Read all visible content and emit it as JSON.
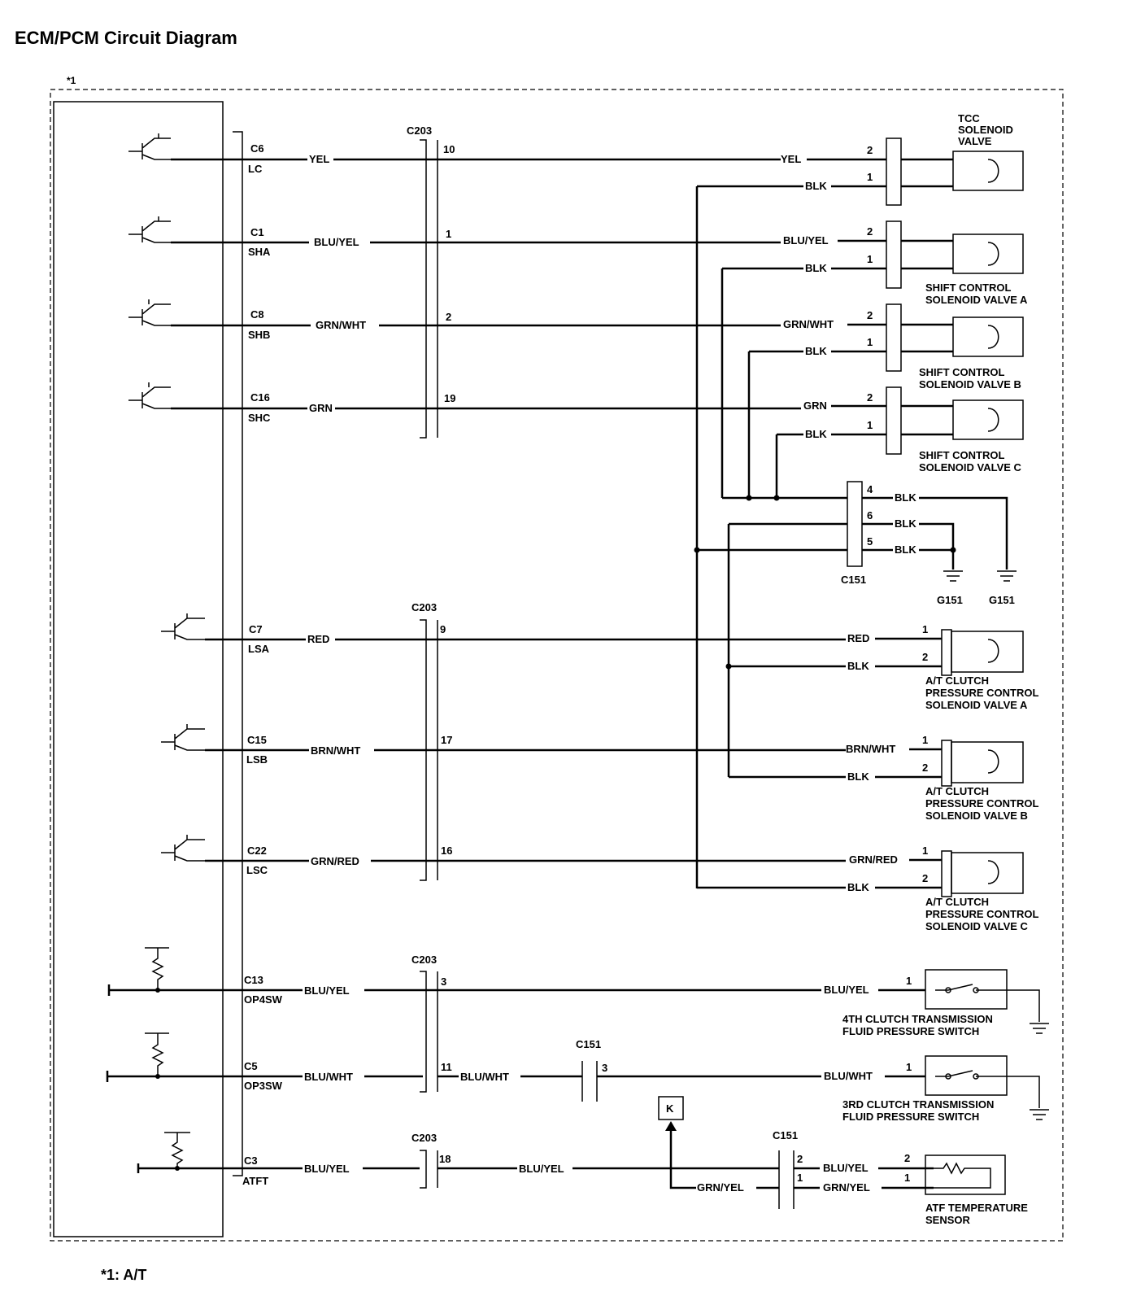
{
  "title": "ECM/PCM Circuit Diagram",
  "note_marker": "*1",
  "footnote": "*1: A/T",
  "connectors": {
    "c203": "C203",
    "c151": "C151",
    "g151": "G151",
    "k": "K"
  },
  "circuits": [
    {
      "pin": "C6",
      "sig": "LC",
      "wire": "YEL",
      "c203_pin": "10",
      "far_wire": "YEL",
      "gnd_wire": "BLK",
      "p_sig": "2",
      "p_gnd": "1"
    },
    {
      "pin": "C1",
      "sig": "SHA",
      "wire": "BLU/YEL",
      "c203_pin": "1",
      "far_wire": "BLU/YEL",
      "gnd_wire": "BLK",
      "p_sig": "2",
      "p_gnd": "1"
    },
    {
      "pin": "C8",
      "sig": "SHB",
      "wire": "GRN/WHT",
      "c203_pin": "2",
      "far_wire": "GRN/WHT",
      "gnd_wire": "BLK",
      "p_sig": "2",
      "p_gnd": "1"
    },
    {
      "pin": "C16",
      "sig": "SHC",
      "wire": "GRN",
      "c203_pin": "19",
      "far_wire": "GRN",
      "gnd_wire": "BLK",
      "p_sig": "2",
      "p_gnd": "1"
    },
    {
      "pin": "C7",
      "sig": "LSA",
      "wire": "RED",
      "c203_pin": "9",
      "far_wire": "RED",
      "gnd_wire": "BLK",
      "p_sig": "1",
      "p_gnd": "2"
    },
    {
      "pin": "C15",
      "sig": "LSB",
      "wire": "BRN/WHT",
      "c203_pin": "17",
      "far_wire": "BRN/WHT",
      "gnd_wire": "BLK",
      "p_sig": "1",
      "p_gnd": "2"
    },
    {
      "pin": "C22",
      "sig": "LSC",
      "wire": "GRN/RED",
      "c203_pin": "16",
      "far_wire": "GRN/RED",
      "gnd_wire": "BLK",
      "p_sig": "1",
      "p_gnd": "2"
    },
    {
      "pin": "C13",
      "sig": "OP4SW",
      "wire": "BLU/YEL",
      "c203_pin": "3",
      "far_wire": "BLU/YEL",
      "p_sig": "1"
    },
    {
      "pin": "C5",
      "sig": "OP3SW",
      "wire": "BLU/WHT",
      "c203_pin": "11",
      "mid_wire": "BLU/WHT",
      "c151_pin": "3",
      "far_wire": "BLU/WHT",
      "p_sig": "1"
    },
    {
      "pin": "C3",
      "sig": "ATFT",
      "wire": "BLU/YEL",
      "c203_pin": "18",
      "mid_wire": "BLU/YEL",
      "k_wire": "GRN/YEL",
      "c151_pin_a": "2",
      "c151_pin_b": "1",
      "far_wire_a": "BLU/YEL",
      "far_wire_b": "GRN/YEL",
      "p_a": "2",
      "p_b": "1"
    }
  ],
  "c151_ground": {
    "pins": [
      "4",
      "6",
      "5"
    ],
    "wire": "BLK"
  },
  "components": {
    "tcc": [
      "TCC",
      "SOLENOID",
      "VALVE"
    ],
    "sha": [
      "SHIFT CONTROL",
      "SOLENOID VALVE A"
    ],
    "shb": [
      "SHIFT CONTROL",
      "SOLENOID VALVE B"
    ],
    "shc": [
      "SHIFT CONTROL",
      "SOLENOID VALVE C"
    ],
    "lsa": [
      "A/T CLUTCH",
      "PRESSURE CONTROL",
      "SOLENOID VALVE A"
    ],
    "lsb": [
      "A/T CLUTCH",
      "PRESSURE CONTROL",
      "SOLENOID VALVE B"
    ],
    "lsc": [
      "A/T CLUTCH",
      "PRESSURE CONTROL",
      "SOLENOID VALVE C"
    ],
    "op4": [
      "4TH CLUTCH TRANSMISSION",
      "FLUID PRESSURE SWITCH"
    ],
    "op3": [
      "3RD CLUTCH TRANSMISSION",
      "FLUID PRESSURE SWITCH"
    ],
    "atft": [
      "ATF TEMPERATURE",
      "SENSOR"
    ]
  }
}
